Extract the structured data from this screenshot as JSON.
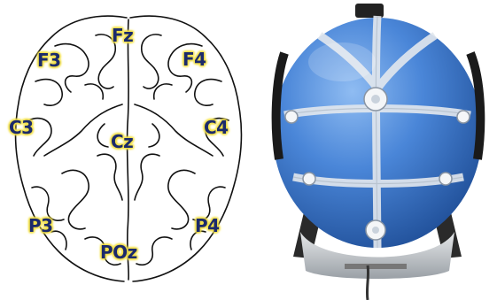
{
  "electrodes": [
    {
      "id": "fz",
      "label": "Fz"
    },
    {
      "id": "f3",
      "label": "F3"
    },
    {
      "id": "f4",
      "label": "F4"
    },
    {
      "id": "c3",
      "label": "C3"
    },
    {
      "id": "cz",
      "label": "Cz"
    },
    {
      "id": "c4",
      "label": "C4"
    },
    {
      "id": "p3",
      "label": "P3"
    },
    {
      "id": "p4",
      "label": "P4"
    },
    {
      "id": "poz",
      "label": "POz"
    }
  ],
  "colors": {
    "label_text": "#1b2a6b",
    "label_glow": "#f2e04a",
    "headset_blue": "#4a86d8",
    "frame": "#d8dce0"
  }
}
